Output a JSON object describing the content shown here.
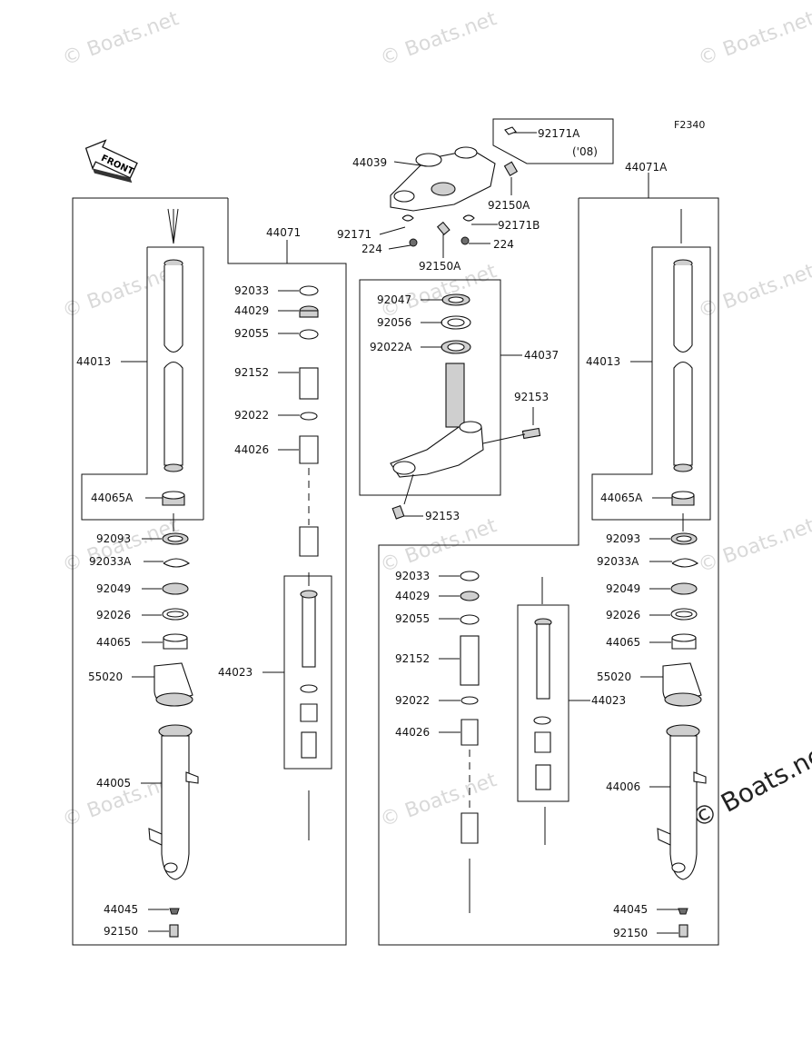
{
  "figure_code": "F2340",
  "front_label": "FRONT",
  "watermark": "© Boats.net",
  "labels": {
    "p92171A": "92171A",
    "p08": "('08)",
    "p44039": "44039",
    "p92150A_a": "92150A",
    "p44071A": "44071A",
    "p44071": "44071",
    "p92171": "92171",
    "p224_l": "224",
    "p92171B": "92171B",
    "p224_r": "224",
    "p92150A_b": "92150A",
    "L_44013": "44013",
    "L_44065A": "44065A",
    "L_92093": "92093",
    "L_92033A": "92033A",
    "L_92049": "92049",
    "L_92026": "92026",
    "L_44065": "44065",
    "L_55020": "55020",
    "L_44005": "44005",
    "L_44045": "44045",
    "L_92150": "92150",
    "M_92033": "92033",
    "M_44029": "44029",
    "M_92055": "92055",
    "M_92152": "92152",
    "M_92022": "92022",
    "M_44026": "44026",
    "M_44023": "44023",
    "S_92047": "92047",
    "S_92056": "92056",
    "S_92022A": "92022A",
    "S_44037": "44037",
    "S_92153_a": "92153",
    "S_92153_b": "92153",
    "R2_92033": "92033",
    "R2_44029": "44029",
    "R2_92055": "92055",
    "R2_92152": "92152",
    "R2_92022": "92022",
    "R2_44026": "44026",
    "R2_44023": "44023",
    "R_44013": "44013",
    "R_44065A": "44065A",
    "R_92093": "92093",
    "R_92033A": "92033A",
    "R_92049": "92049",
    "R_92026": "92026",
    "R_44065": "44065",
    "R_55020": "55020",
    "R_44006": "44006",
    "R_44045": "44045",
    "R_92150": "92150"
  }
}
